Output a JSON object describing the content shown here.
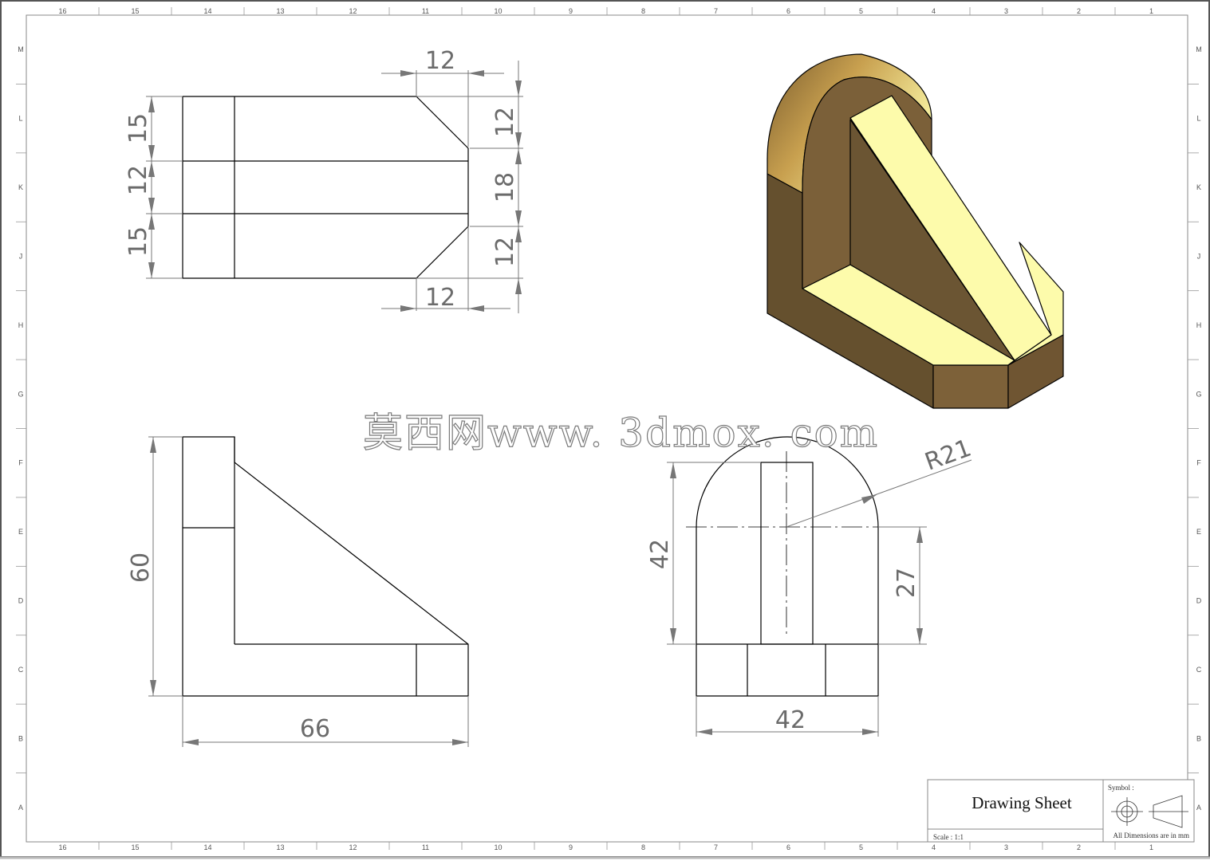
{
  "sheet": {
    "columns": [
      "16",
      "15",
      "14",
      "13",
      "12",
      "11",
      "10",
      "9",
      "8",
      "7",
      "6",
      "5",
      "4",
      "3",
      "2",
      "1"
    ],
    "rows": [
      "M",
      "L",
      "K",
      "J",
      "H",
      "G",
      "F",
      "E",
      "D",
      "C",
      "B",
      "A"
    ]
  },
  "views": {
    "top": {
      "dims": {
        "top_chamfer_w": "12",
        "bottom_chamfer_w": "12",
        "right_upper": "12",
        "right_middle": "18",
        "right_lower": "12",
        "left_upper": "15",
        "left_middle": "12",
        "left_lower": "15"
      }
    },
    "front": {
      "dims": {
        "height": "60",
        "width": "66"
      }
    },
    "side": {
      "dims": {
        "radius": "R21",
        "height": "42",
        "center_height": "27",
        "width": "42"
      }
    }
  },
  "watermark": "莫西网www. 3dmox. com",
  "title_block": {
    "title": "Drawing Sheet",
    "symbol_label": "Symbol :",
    "scale": "Scale : 1:1",
    "units_note": "All Dimensions are in mm"
  },
  "colors": {
    "face_light": "#fdfbab",
    "face_dark": "#6b5533",
    "face_mid": "#80643f",
    "edge": "#000000"
  }
}
